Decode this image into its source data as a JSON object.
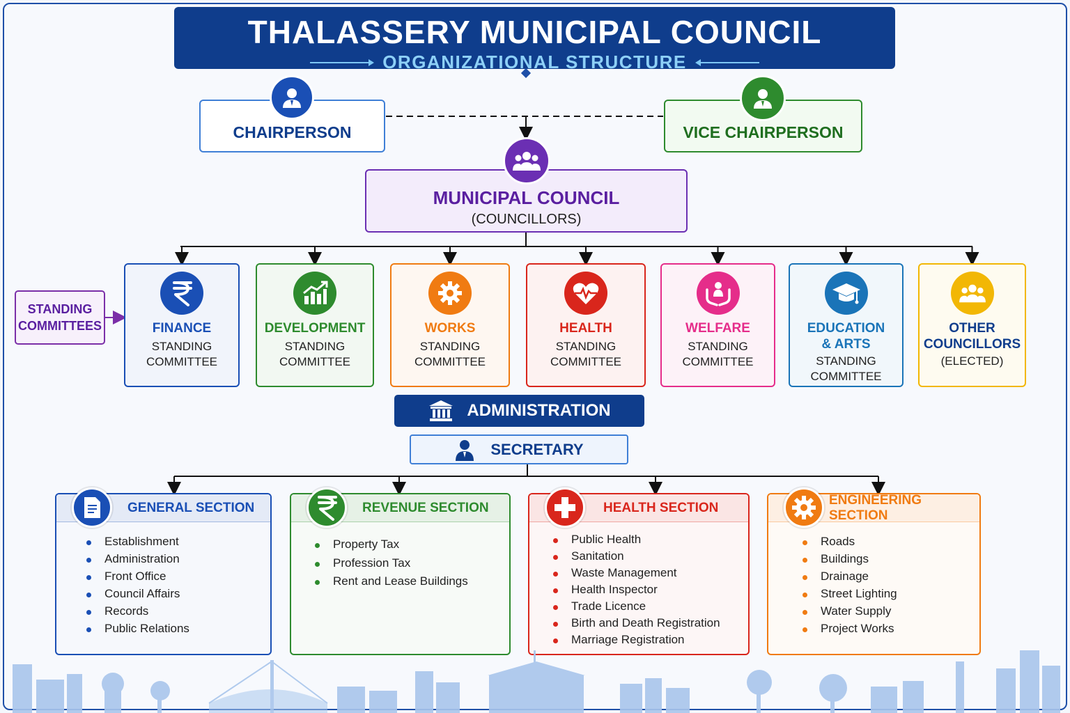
{
  "header": {
    "title": "THALASSERY MUNICIPAL COUNCIL",
    "subtitle": "ORGANIZATIONAL STRUCTURE"
  },
  "leadership": {
    "chairperson": "CHAIRPERSON",
    "vice_chairperson": "VICE CHAIRPERSON",
    "council_title": "MUNICIPAL COUNCIL",
    "council_subtitle": "(COUNCILLORS)"
  },
  "standing_committees_label": [
    "STANDING",
    "COMMITTEES"
  ],
  "committees": [
    {
      "title": [
        "FINANCE"
      ],
      "subtitle": [
        "STANDING",
        "COMMITTEE"
      ],
      "color": "#1a4fb5",
      "icon": "rupee-icon"
    },
    {
      "title": [
        "DEVELOPMENT"
      ],
      "subtitle": [
        "STANDING",
        "COMMITTEE"
      ],
      "color": "#2e8b2e",
      "icon": "growth-chart-icon"
    },
    {
      "title": [
        "WORKS"
      ],
      "subtitle": [
        "STANDING",
        "COMMITTEE"
      ],
      "color": "#f07b12",
      "icon": "gear-icon"
    },
    {
      "title": [
        "HEALTH"
      ],
      "subtitle": [
        "STANDING",
        "COMMITTEE"
      ],
      "color": "#d9261c",
      "icon": "heart-pulse-icon"
    },
    {
      "title": [
        "WELFARE"
      ],
      "subtitle": [
        "STANDING",
        "COMMITTEE"
      ],
      "color": "#e52d8a",
      "icon": "care-hands-icon"
    },
    {
      "title": [
        "EDUCATION",
        "& ARTS"
      ],
      "subtitle": [
        "STANDING",
        "COMMITTEE"
      ],
      "color": "#1a74b8",
      "icon": "graduation-cap-icon"
    },
    {
      "title": [
        "OTHER",
        "COUNCILLORS"
      ],
      "subtitle": [
        "(ELECTED)"
      ],
      "color": "#f2b705",
      "title_color": "#0f3d8c",
      "icon": "group-icon"
    }
  ],
  "administration": {
    "label": "ADMINISTRATION",
    "secretary": "SECRETARY"
  },
  "sections": [
    {
      "title": "GENERAL SECTION",
      "color": "#1a4fb5",
      "icon": "document-icon",
      "items": [
        "Establishment",
        "Administration",
        "Front Office",
        "Council Affairs",
        "Records",
        "Public Relations"
      ]
    },
    {
      "title": "REVENUE SECTION",
      "color": "#2e8b2e",
      "icon": "rupee-icon",
      "items": [
        "Property Tax",
        "Profession Tax",
        "Rent and Lease Buildings"
      ]
    },
    {
      "title": "HEALTH SECTION",
      "color": "#d9261c",
      "icon": "medical-cross-icon",
      "items": [
        "Public Health",
        "Sanitation",
        "Waste Management",
        "Health Inspector",
        "Trade Licence",
        "Birth and Death Registration",
        "Marriage Registration"
      ]
    },
    {
      "title": "ENGINEERING SECTION",
      "color": "#f07b12",
      "icon": "gear-icon",
      "items": [
        "Roads",
        "Buildings",
        "Drainage",
        "Street Lighting",
        "Water Supply",
        "Project Works"
      ]
    }
  ]
}
